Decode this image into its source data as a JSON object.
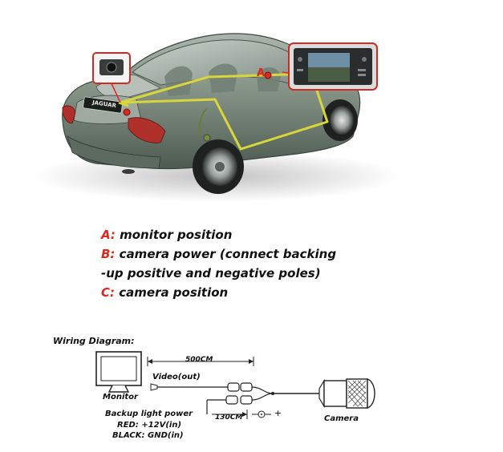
{
  "car_panel": {
    "badge_text": "JAGUAR",
    "callout_a": "A"
  },
  "legend": [
    {
      "letter": "A:",
      "text": "monitor  position"
    },
    {
      "letter": "B:",
      "text": "camera power (connect backing"
    },
    {
      "letter": "",
      "text": "-up positive and negative poles)"
    },
    {
      "letter": "C:",
      "text": "camera position"
    }
  ],
  "wiring": {
    "title": "Wiring Diagram:",
    "cable_length": "500CM",
    "video_label": "Video(out)",
    "monitor_label": "Monitor",
    "power_label": "Backup light power",
    "red_label": "RED: +12V(in)",
    "black_label": "BLACK: GND(in)",
    "short_length": "130CM",
    "camera_label": "Camera",
    "polarity_plus": "+"
  },
  "colors": {
    "accent_red": "#e1261c",
    "wire_yellow": "#d8d63a",
    "car_body": "#8c9a8e"
  }
}
